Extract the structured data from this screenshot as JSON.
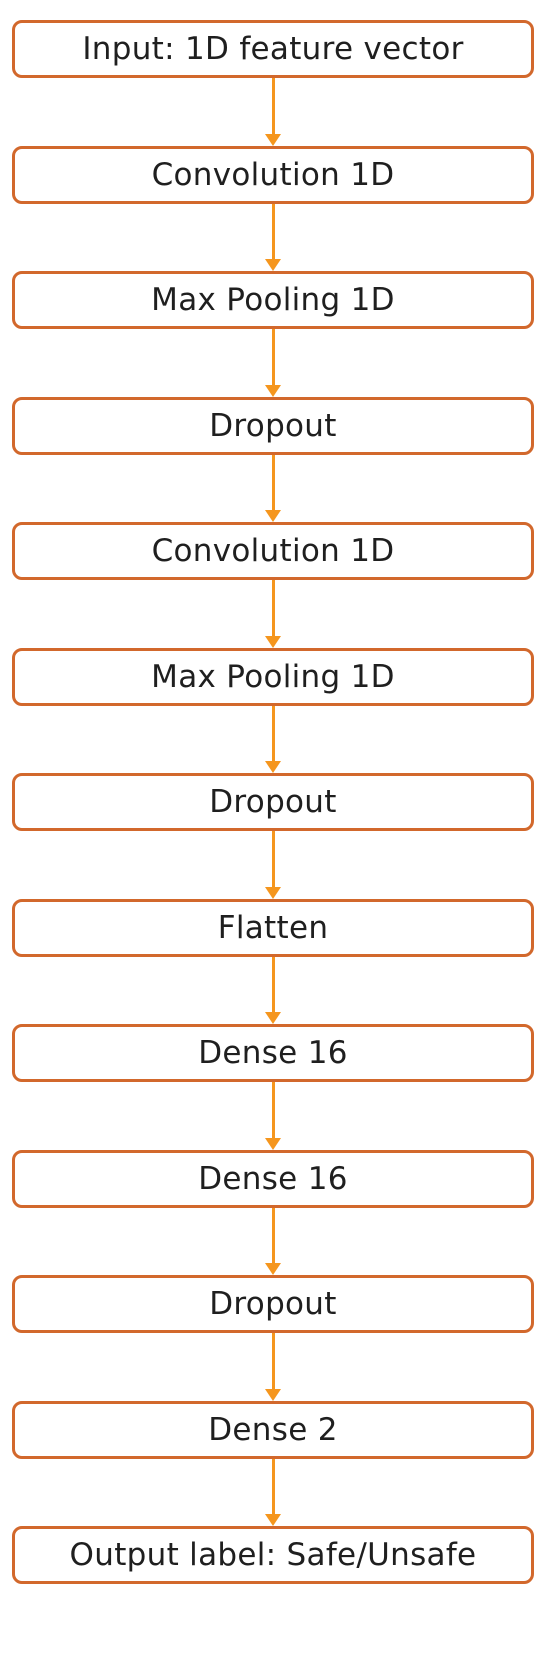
{
  "diagram": {
    "border_color": "#D2682C",
    "arrow_color": "#F5961E",
    "text_color": "#1f1f1f",
    "nodes": [
      {
        "id": "input",
        "label": "Input: 1D feature vector"
      },
      {
        "id": "conv1d-1",
        "label": "Convolution 1D"
      },
      {
        "id": "maxpool1d-1",
        "label": "Max Pooling 1D"
      },
      {
        "id": "dropout-1",
        "label": "Dropout"
      },
      {
        "id": "conv1d-2",
        "label": "Convolution 1D"
      },
      {
        "id": "maxpool1d-2",
        "label": "Max Pooling 1D"
      },
      {
        "id": "dropout-2",
        "label": "Dropout"
      },
      {
        "id": "flatten",
        "label": "Flatten"
      },
      {
        "id": "dense16-1",
        "label": "Dense 16"
      },
      {
        "id": "dense16-2",
        "label": "Dense 16"
      },
      {
        "id": "dropout-3",
        "label": "Dropout"
      },
      {
        "id": "dense2",
        "label": "Dense 2"
      },
      {
        "id": "output",
        "label": "Output label: Safe/Unsafe"
      }
    ],
    "edges": [
      {
        "from": "input",
        "to": "conv1d-1"
      },
      {
        "from": "conv1d-1",
        "to": "maxpool1d-1"
      },
      {
        "from": "maxpool1d-1",
        "to": "dropout-1"
      },
      {
        "from": "dropout-1",
        "to": "conv1d-2"
      },
      {
        "from": "conv1d-2",
        "to": "maxpool1d-2"
      },
      {
        "from": "maxpool1d-2",
        "to": "dropout-2"
      },
      {
        "from": "dropout-2",
        "to": "flatten"
      },
      {
        "from": "flatten",
        "to": "dense16-1"
      },
      {
        "from": "dense16-1",
        "to": "dense16-2"
      },
      {
        "from": "dense16-2",
        "to": "dropout-3"
      },
      {
        "from": "dropout-3",
        "to": "dense2"
      },
      {
        "from": "dense2",
        "to": "output"
      }
    ]
  }
}
